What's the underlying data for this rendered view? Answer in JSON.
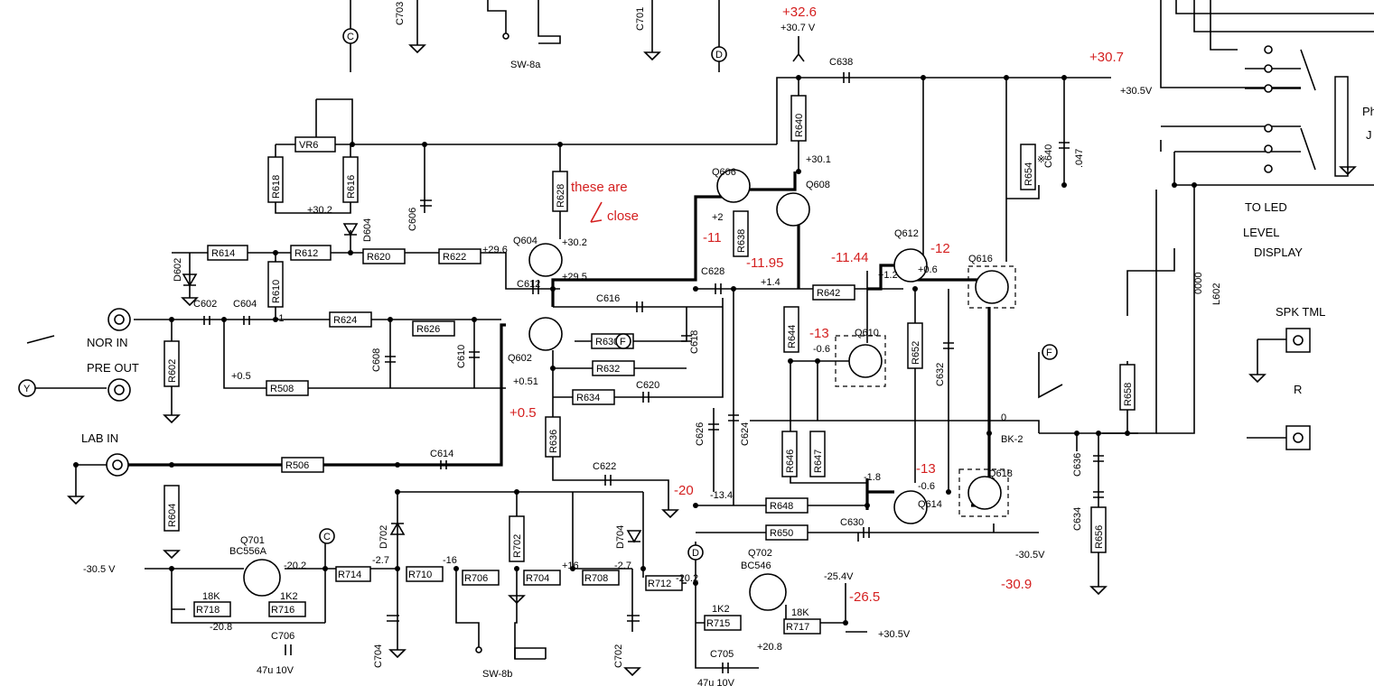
{
  "components": {
    "R614": "R614",
    "R612": "R612",
    "R620": "R620",
    "R622": "R622",
    "R618": "R618",
    "R616": "R616",
    "VR6": "VR6",
    "R610": "R610",
    "R628": "R628",
    "R624": "R624",
    "R626": "R626",
    "R602": "R602",
    "R508": "R508",
    "R506": "R506",
    "R604": "R604",
    "R630": "R630",
    "R632": "R632",
    "R634": "R634",
    "R636": "R636",
    "R638": "R638",
    "R640": "R640",
    "R642": "R642",
    "R644": "R644",
    "R646": "R646",
    "R647": "R647",
    "R648": "R648",
    "R650": "R650",
    "R652": "R652",
    "R654": "R654",
    "R658": "R658",
    "R656": "R656",
    "R702": "R702",
    "R704": "R704",
    "R706": "R706",
    "R708": "R708",
    "R710": "R710",
    "R712": "R712",
    "R714": "R714",
    "R715": "R715",
    "R716": "R716",
    "R717": "R717",
    "R718": "R718"
  },
  "capacitors": {
    "C602": "C602",
    "C604": "C604",
    "C606": "C606",
    "C608": "C608",
    "C610": "C610",
    "C612": "C612",
    "C614": "C614",
    "C616": "C616",
    "C618": "C618",
    "C620": "C620",
    "C622": "C622",
    "C624": "C624",
    "C626": "C626",
    "C628": "C628",
    "C630": "C630",
    "C632": "C632",
    "C634": "C634",
    "C636": "C636",
    "C638": "C638",
    "C640": "C640",
    "C640_val": ".047",
    "C701": "C701",
    "C702": "C702",
    "C703": "C703",
    "C704": "C704",
    "C705": "C705",
    "C706": "C706",
    "C706_val": "47u 10V",
    "C705_val": "47u 10V"
  },
  "semis": {
    "Q602": "Q602",
    "Q604": "Q604",
    "Q606": "Q606",
    "Q608": "Q608",
    "Q610": "Q610",
    "Q612": "Q612",
    "Q614": "Q614",
    "Q616": "Q616",
    "Q618": "Q618",
    "Q701": "Q701",
    "Q701_type": "BC556A",
    "Q702": "Q702",
    "Q702_type": "BC546",
    "D602": "D602",
    "D604": "D604",
    "D702": "D702",
    "D704": "D704",
    "L602": "L602",
    "L602_sym": "0000"
  },
  "labels": {
    "nor_in": "NOR IN",
    "pre_out": "PRE OUT",
    "lab_in": "LAB IN",
    "sw8a": "SW-8a",
    "sw8b": "SW-8b",
    "spk_tml": "SPK TML",
    "r": "R",
    "bk2": "BK-2",
    "to_led": "TO LED",
    "level": "LEVEL",
    "display": "DISPLAY",
    "ph": "Ph",
    "ph_j": "J",
    "y": "Y",
    "c": "C",
    "d": "D",
    "f": "F",
    "r718_val": "18K",
    "r716_val": "1K2",
    "r715_val": "1K2",
    "r717_val": "18K",
    "star": "※"
  },
  "voltages": {
    "v30_7": "+30.7 V",
    "v30_5": "+30.5V",
    "v30_1": "+30.1",
    "v30_2a": "+30.2",
    "v30_2b": "+30.2",
    "v29_6": "+29.6",
    "v29_5": "+29.5",
    "v2": "+2",
    "v1_4": "+1.4",
    "v1_2": "+1.2",
    "v0_6a": "+0.6",
    "v1": "+1",
    "v0_5": "+0.5",
    "v0_51": "+0.51",
    "m0_6a": "-0.6",
    "m1_8": "-1.8",
    "m0_6b": "-0.6",
    "m13_4": "-13.4",
    "m30_5n": "-30.5V",
    "m25": "-25.4V",
    "m30_5q": "-30.5 V",
    "m20_2": "-20.2",
    "m20_8": "-20.8",
    "v16a": "-16",
    "v17a": "-2.7",
    "v16b": "+16",
    "v17b": "-2.7",
    "m20_2b": "-20.2",
    "p20_8": "+20.8",
    "p30_5b": "+30.5V",
    "zero": "0"
  },
  "annotations": {
    "a32_6": "+32.6",
    "a30_7": "+30.7",
    "these_are": "these are",
    "close": "close",
    "m11": "-11",
    "m11_95": "-11.95",
    "m11_44": "-11.44",
    "m12": "-12",
    "m13a": "-13",
    "m13b": "-13",
    "p0_5": "+0.5",
    "m20": "-20",
    "m26_5": "-26.5",
    "m30_9": "-30.9"
  },
  "colors": {
    "ink": "#000000",
    "annotation": "#d41f1f",
    "paper": "#ffffff"
  }
}
